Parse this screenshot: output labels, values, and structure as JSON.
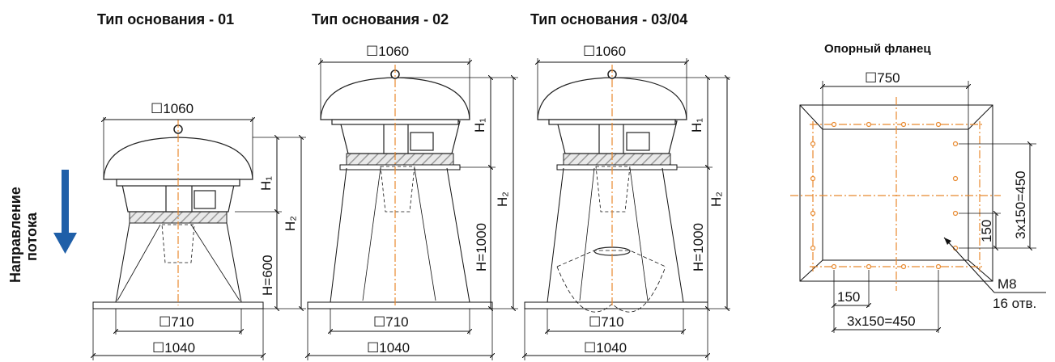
{
  "titles": {
    "base_01": "Тип основания - 01",
    "base_02": "Тип основания - 02",
    "base_03_04": "Тип основания - 03/04",
    "flange": "Опорный фланец"
  },
  "flow": {
    "line1": "Направление",
    "line2": "потока"
  },
  "dims": {
    "hood_width": "☐1060",
    "base_inner": "☐710",
    "base_outer": "☐1040",
    "h1": "H₁",
    "h2": "H₂",
    "h_600": "H=600",
    "h_1000": "H=1000",
    "flange_size": "☐750",
    "pitch_450_v": "3x150=450",
    "pitch_150_v": "150",
    "pitch_150_h": "150",
    "pitch_450_h": "3x150=450",
    "bolt": "M8",
    "holes": "16 отв."
  },
  "colors": {
    "axis": "#e8892e",
    "arrow": "#1f5fa8",
    "line": "#111111"
  },
  "icons": {
    "flow_arrow": "arrow-down-icon"
  }
}
